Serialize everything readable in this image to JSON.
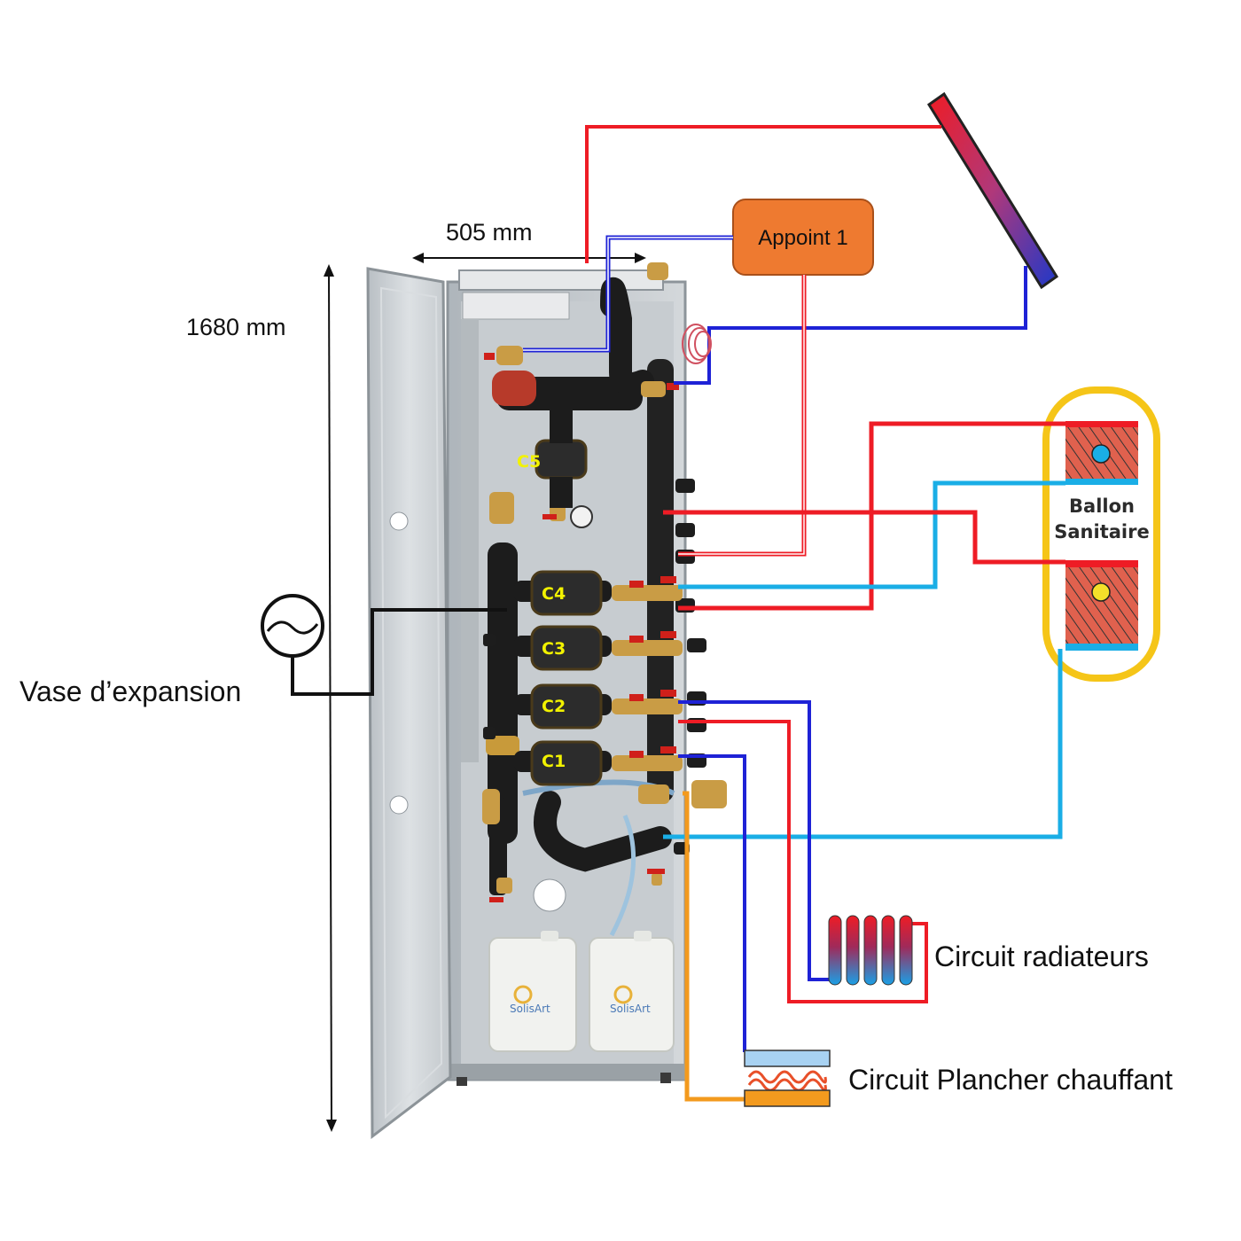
{
  "dimensions": {
    "width": "505 mm",
    "height": "1680 mm"
  },
  "appoint": {
    "label": "Appoint 1"
  },
  "tank": {
    "line1": "Ballon",
    "line2": "Sanitaire"
  },
  "pumps": [
    "C5",
    "C4",
    "C3",
    "C2",
    "C1"
  ],
  "labels": {
    "expansion": "Vase d’expansion",
    "radiators": "Circuit radiateurs",
    "floor": "Circuit Plancher chauffant"
  },
  "canister_brand": "SolisArt",
  "colors": {
    "hot": "#ee1c25",
    "cold": "#1e22d6",
    "sanitary_cold": "#1aaee6",
    "floor": "#f39a1e",
    "appoint": "#ee7a30",
    "tank_outline": "#f5c518",
    "cabinet": "#c9ced3"
  }
}
